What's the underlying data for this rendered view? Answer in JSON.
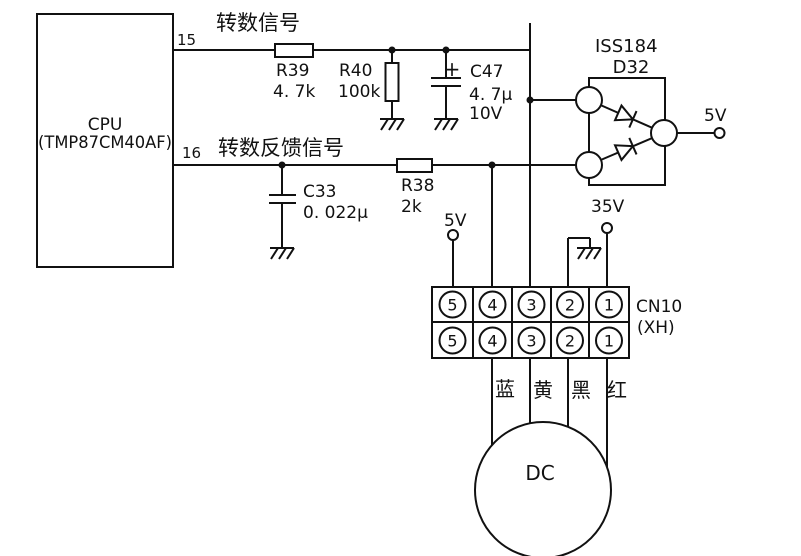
{
  "cpu": {
    "title": "CPU",
    "part": "(TMP87CM40AF)",
    "pin15": "15",
    "pin16": "16"
  },
  "signals": {
    "speed": "转数信号",
    "feedback": "转数反馈信号"
  },
  "components": {
    "r39": {
      "ref": "R39",
      "value": "4. 7k"
    },
    "r40": {
      "ref": "R40",
      "value": "100k"
    },
    "r38": {
      "ref": "R38",
      "value": "2k"
    },
    "c47": {
      "ref": "C47",
      "value": "4. 7μ",
      "rating": "10V",
      "polarity": "+"
    },
    "c33": {
      "ref": "C33",
      "value": "0. 022μ"
    },
    "d32": {
      "part": "ISS184",
      "ref": "D32"
    }
  },
  "power": {
    "v5": "5V",
    "v35": "35V"
  },
  "connector": {
    "name": "CN10",
    "type": "(XH)",
    "top_row": [
      "5",
      "4",
      "3",
      "2",
      "1"
    ],
    "bottom_row": [
      "5",
      "4",
      "3",
      "2",
      "1"
    ],
    "wire_colors": [
      "蓝",
      "黄",
      "黑",
      "红"
    ]
  },
  "motor": {
    "label": "DC"
  },
  "colors": {
    "line": "#111111",
    "background": "#ffffff"
  }
}
